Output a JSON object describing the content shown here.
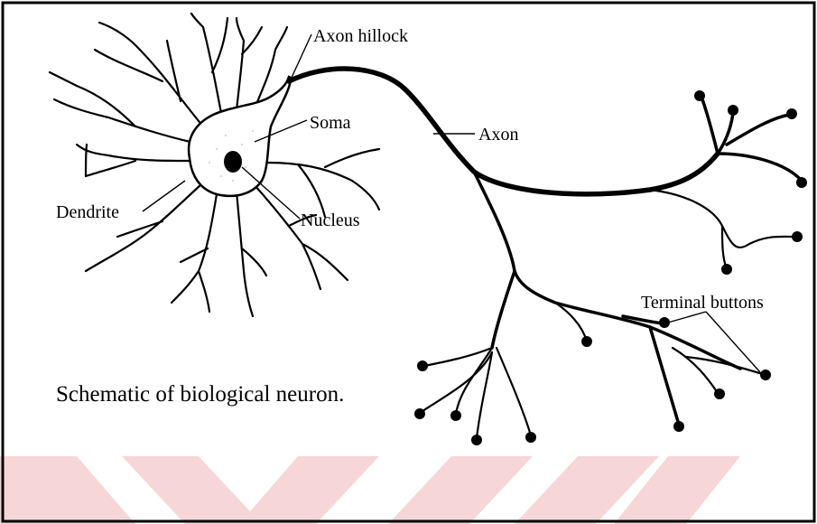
{
  "labels": {
    "axon_hillock": "Axon hillock",
    "soma": "Soma",
    "axon": "Axon",
    "dendrite": "Dendrite",
    "nucleus": "Nucleus",
    "terminal_buttons": "Terminal buttons"
  },
  "caption": "Schematic of biological neuron.",
  "colors": {
    "ink": "#000000",
    "border": "#000000",
    "watermark": "#f6d6d6",
    "background": "#ffffff"
  }
}
